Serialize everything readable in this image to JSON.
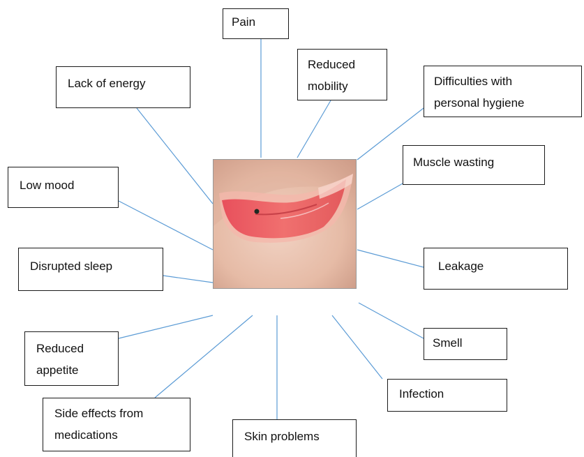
{
  "labels": {
    "pain": "Pain",
    "reduced_mobility": "Reduced\nmobility",
    "lack_of_energy": "Lack of energy",
    "personal_hygiene": "Difficulties with\npersonal hygiene",
    "muscle_wasting": "Muscle wasting",
    "low_mood": "Low mood",
    "disrupted_sleep": "Disrupted sleep",
    "leakage": "Leakage",
    "reduced_appetite": "Reduced\nappetite",
    "smell": "Smell",
    "infection": "Infection",
    "side_effects": "Side effects from\nmedications",
    "skin_problems": "Skin problems"
  },
  "colors": {
    "connector": "#5b9bd5",
    "box_border": "#1a1a1a",
    "skin": "#e8c2b0",
    "wound": "#e0505a"
  }
}
